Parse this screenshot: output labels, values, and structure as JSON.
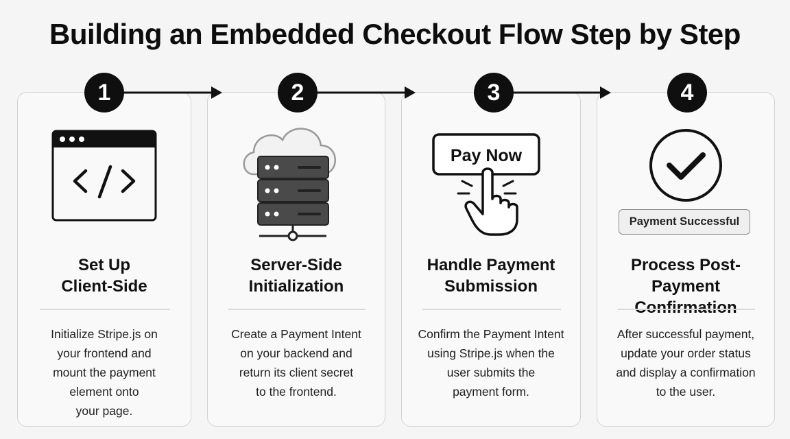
{
  "title": "Building an Embedded Checkout Flow Step by Step",
  "steps": [
    {
      "number": "1",
      "title_line1": "Set Up",
      "title_line2": "Client-Side",
      "desc_lines": [
        "Initialize Stripe.js on",
        "your frontend and",
        "mount the payment",
        "element onto",
        "your page."
      ],
      "icon": "browser-code-icon"
    },
    {
      "number": "2",
      "title_line1": "Server-Side",
      "title_line2": "Initialization",
      "desc_lines": [
        "Create a Payment Intent",
        "on your backend and",
        "return its client secret",
        "to the frontend."
      ],
      "icon": "cloud-server-icon"
    },
    {
      "number": "3",
      "title_line1": "Handle Payment",
      "title_line2": "Submission",
      "desc_lines": [
        "Confirm the Payment Intent",
        "using Stripe.js when the",
        "user submits the",
        "payment form."
      ],
      "icon": "pay-now-click-icon",
      "button_label": "Pay Now"
    },
    {
      "number": "4",
      "title_line1": "Process Post-Payment",
      "title_line2": "Confirmation",
      "desc_lines": [
        "After successful payment,",
        "update your order status",
        "and display a confirmation",
        "to the user."
      ],
      "icon": "check-circle-icon",
      "badge_label": "Payment Successful"
    }
  ],
  "colors": {
    "background": "#f5f5f5",
    "card": "#f9f9f9",
    "accent": "#0f0f0f",
    "server_body": "#4a4a4a"
  }
}
